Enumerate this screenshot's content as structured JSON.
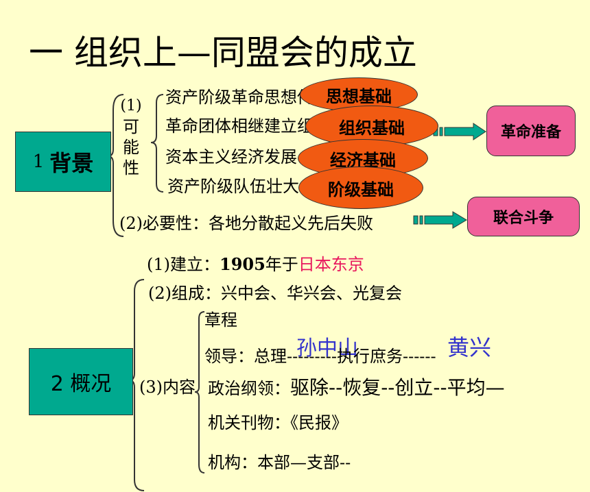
{
  "title": "一 组织上—同盟会的成立",
  "background_section": {
    "label_num": "1",
    "label": "背景",
    "possibility_num": "(1)",
    "possibility_chars": [
      "可",
      "能",
      "性"
    ],
    "items": [
      "资产阶级革命思想传播",
      "革命团体相继建立组织基础",
      "资本主义经济发展",
      "资产阶级队伍壮大"
    ],
    "bubbles": [
      "思想基础",
      "组织基础",
      "经济基础",
      "阶级基础"
    ],
    "necessity": "(2)必要性：各地分散起义先后失败",
    "result_boxes": [
      "革命准备",
      "联合斗争"
    ]
  },
  "overview_section": {
    "label": "2 概况",
    "founding_prefix": "(1)建立：",
    "founding_year": "1905",
    "founding_mid": "年于",
    "founding_place": "日本东京",
    "composition": "(2)组成：兴中会、华兴会、光复会",
    "content_label": "(3)内容",
    "charter": "章程",
    "leader_line": "领导：总理---------执行庶务------",
    "leader_president": "孙中山",
    "leader_executive": "黄兴",
    "program_label": "政治纲领：",
    "program": "驱除--恢复--创立--平均—",
    "publication": "机关刊物：《民报》",
    "structure": "机构：本部—支部--"
  },
  "colors": {
    "background": "#ffffcc",
    "teal": "#00a98f",
    "orange": "#f15a12",
    "pink": "#f0609a",
    "red_text": "#e8175d",
    "blue_text": "#3333cc"
  }
}
